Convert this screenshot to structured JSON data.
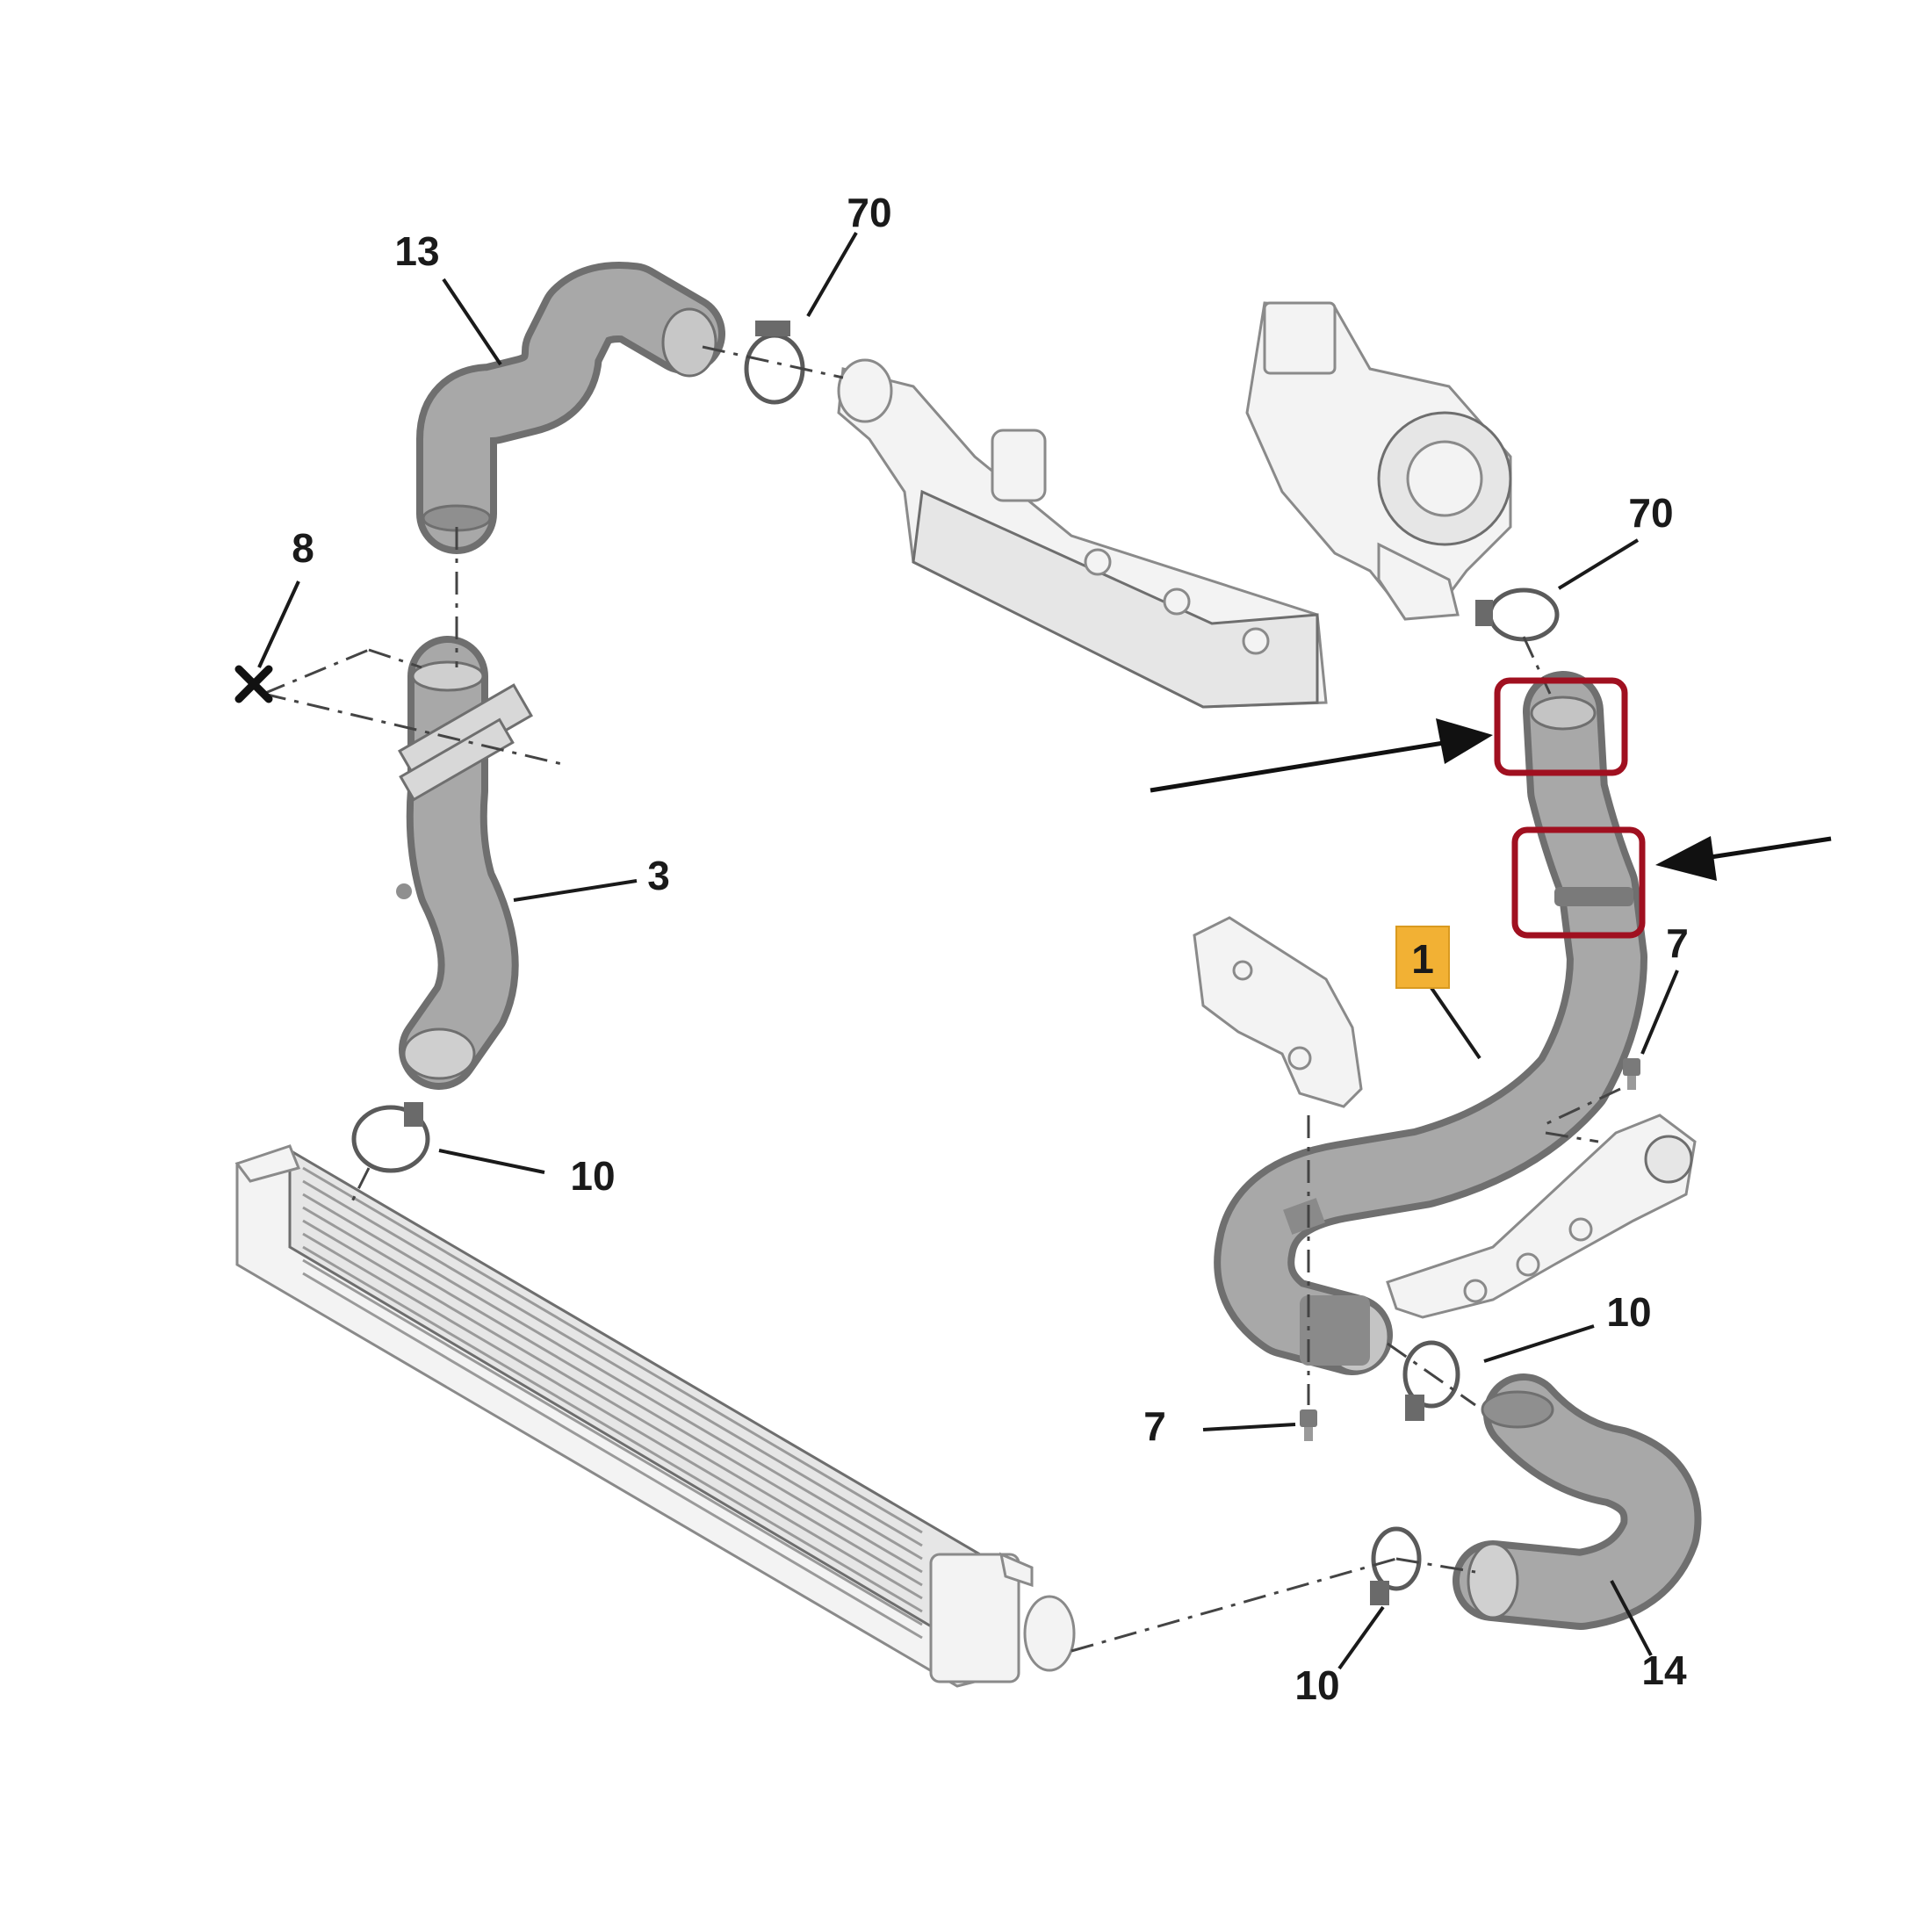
{
  "callouts": {
    "part_13": "13",
    "part_70_left": "70",
    "part_70_right": "70",
    "part_8": "8",
    "part_3": "3",
    "part_10_left": "10",
    "part_1": "1",
    "part_7_right": "7",
    "part_7_bottom": "7",
    "part_10_right": "10",
    "part_10_bottom": "10",
    "part_14": "14"
  },
  "colors": {
    "hose_fill": "#9d9d9d",
    "hose_dark": "#6f6f6f",
    "highlight_box": "#a01020",
    "part_1_badge": "#f2b134",
    "callout_text": "#1a1a1a"
  },
  "icons": {
    "reference_mark": "cross-mark-icon",
    "pointer": "arrow-right-icon"
  }
}
